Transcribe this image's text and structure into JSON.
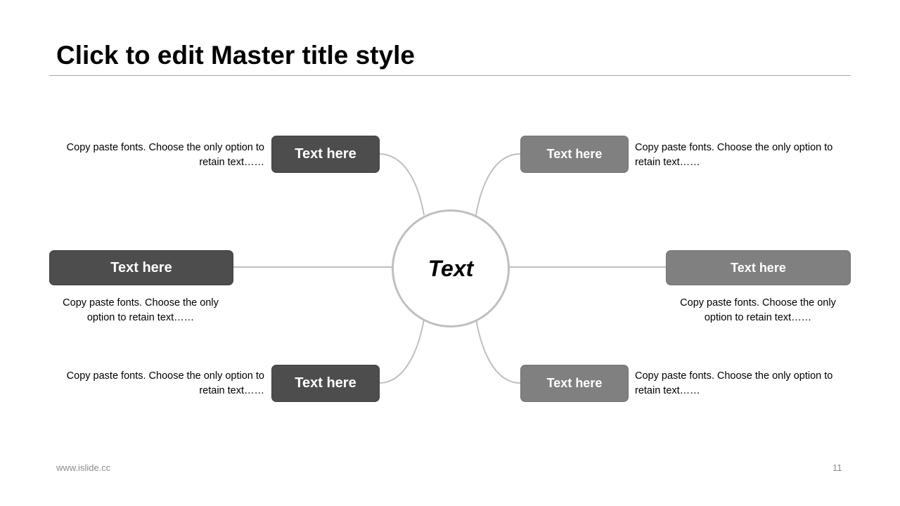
{
  "slide": {
    "title": "Click to edit Master title style",
    "center_label": "Text",
    "footer_url": "www.islide.cc",
    "page_number": "11"
  },
  "colors": {
    "dark_box": "#4d4d4d",
    "light_box": "#808080",
    "connector": "#bfbfbf"
  },
  "nodes": {
    "top_left": {
      "label": "Text here",
      "desc": "Copy paste fonts. Choose the only option to retain text……"
    },
    "top_right": {
      "label": "Text here",
      "desc": "Copy paste fonts. Choose the only option to retain text……"
    },
    "mid_left": {
      "label": "Text here",
      "desc": "Copy paste fonts. Choose the only option to retain text……"
    },
    "mid_right": {
      "label": "Text here",
      "desc": "Copy paste fonts. Choose the only option to retain text……"
    },
    "bottom_left": {
      "label": "Text here",
      "desc": "Copy paste fonts. Choose the only option to retain text……"
    },
    "bottom_right": {
      "label": "Text here",
      "desc": "Copy paste fonts. Choose the only option to retain text……"
    }
  }
}
